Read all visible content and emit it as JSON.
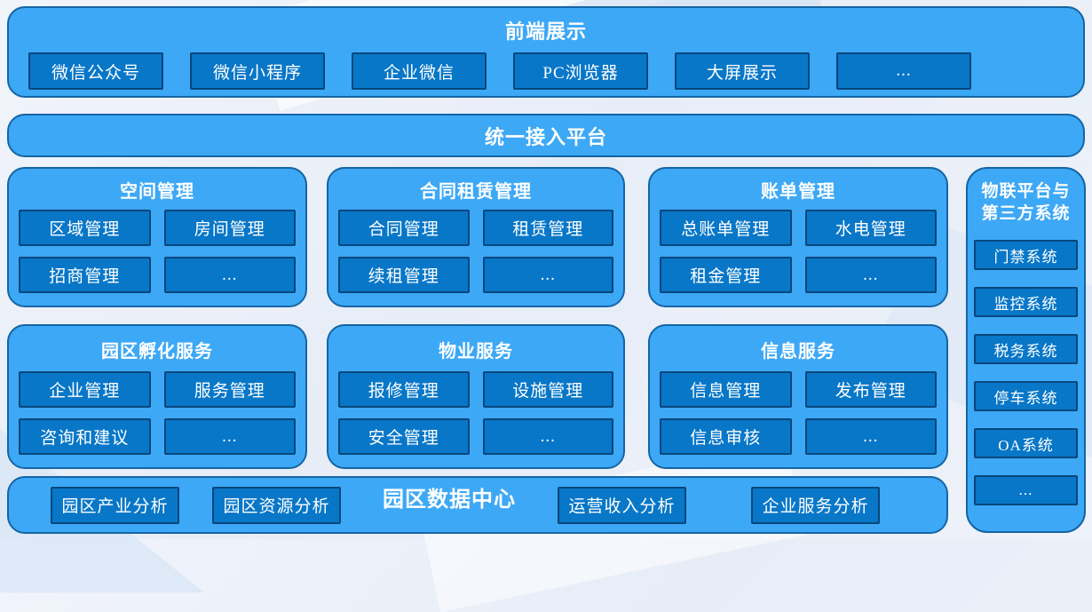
{
  "colors": {
    "panel_fill": "#3da8f6",
    "panel_border": "#1565a4",
    "box_fill": "#0877c8",
    "box_border": "#07477c",
    "text": "#ffffff",
    "page_background": "#ecf1f9"
  },
  "frontend": {
    "title": "前端展示",
    "items": [
      "微信公众号",
      "微信小程序",
      "企业微信",
      "PC浏览器",
      "大屏展示",
      "..."
    ]
  },
  "access_platform": {
    "title": "统一接入平台"
  },
  "modules": [
    {
      "title": "空间管理",
      "items": [
        "区域管理",
        "房间管理",
        "招商管理",
        "..."
      ]
    },
    {
      "title": "合同租赁管理",
      "items": [
        "合同管理",
        "租赁管理",
        "续租管理",
        "..."
      ]
    },
    {
      "title": "账单管理",
      "items": [
        "总账单管理",
        "水电管理",
        "租金管理",
        "..."
      ]
    },
    {
      "title": "园区孵化服务",
      "items": [
        "企业管理",
        "服务管理",
        "咨询和建议",
        "..."
      ]
    },
    {
      "title": "物业服务",
      "items": [
        "报修管理",
        "设施管理",
        "安全管理",
        "..."
      ]
    },
    {
      "title": "信息服务",
      "items": [
        "信息管理",
        "发布管理",
        "信息审核",
        "..."
      ]
    }
  ],
  "iot_panel": {
    "title_lines": [
      "物联平台与",
      "第三方系统"
    ],
    "items": [
      "门禁系统",
      "监控系统",
      "税务系统",
      "停车系统",
      "OA系统",
      "..."
    ]
  },
  "data_center": {
    "title": "园区数据中心",
    "left_items": [
      "园区产业分析",
      "园区资源分析"
    ],
    "right_items": [
      "运营收入分析",
      "企业服务分析"
    ]
  }
}
